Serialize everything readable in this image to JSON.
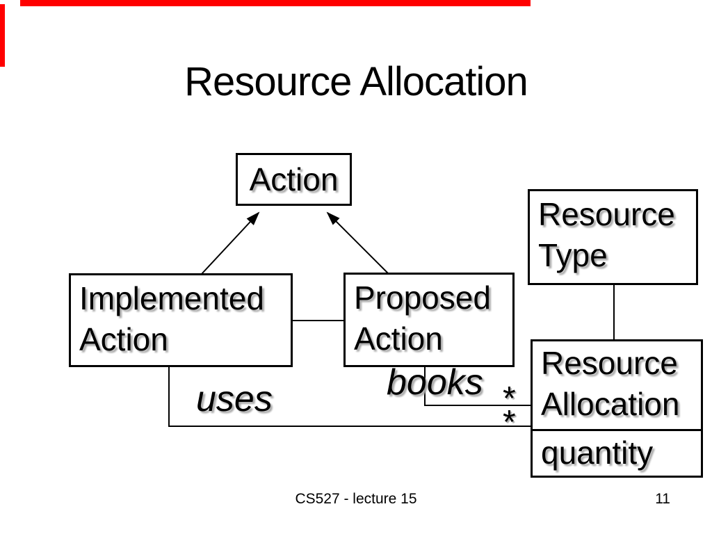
{
  "title": "Resource Allocation",
  "decor": {
    "top_border_color": "#ff0000",
    "left_border_color": "#ff0000",
    "text_color": "#000000",
    "shadow_color": "#ababab",
    "background_color": "#ffffff"
  },
  "diagram": {
    "nodes": {
      "action": "Action",
      "resource_type": "Resource Type",
      "implemented_action": "Implemented Action",
      "proposed_action": "Proposed Action",
      "resource_allocation": {
        "name": "Resource Allocation",
        "attribute": "quantity"
      }
    },
    "labels": {
      "uses": "uses",
      "books": "books",
      "books_multiplicity": "*",
      "uses_multiplicity": "*"
    },
    "relations": [
      "Implemented Action generalizes to Action",
      "Proposed Action generalizes to Action",
      "Implemented Action - Proposed Action association",
      "Resource Type - Resource Allocation association",
      "Proposed Action books Resource Allocation",
      "Implemented Action uses Resource Allocation"
    ]
  },
  "footer": {
    "text": "CS527 - lecture 15",
    "page_number": "11"
  }
}
